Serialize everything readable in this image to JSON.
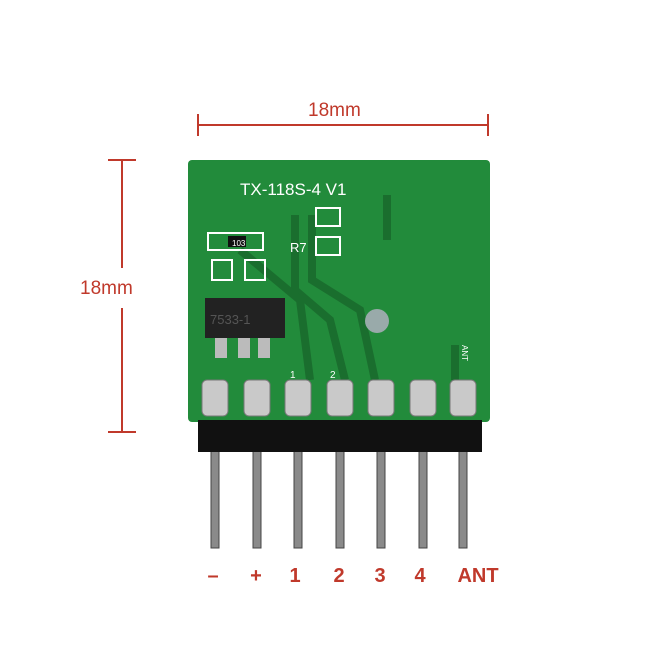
{
  "dimensions": {
    "width_label": "18mm",
    "height_label": "18mm"
  },
  "board": {
    "model_text": "TX-118S-4 V1",
    "resistor_label": "R7",
    "chip_label": "7533-1",
    "pad_marks": [
      "1",
      "2"
    ],
    "antenna_mark": "ANT",
    "smd_code": "103"
  },
  "pins": [
    "–",
    "+",
    "1",
    "2",
    "3",
    "4",
    "ANT"
  ],
  "colors": {
    "accent": "#c0392b",
    "pcb": "#228b3b"
  }
}
